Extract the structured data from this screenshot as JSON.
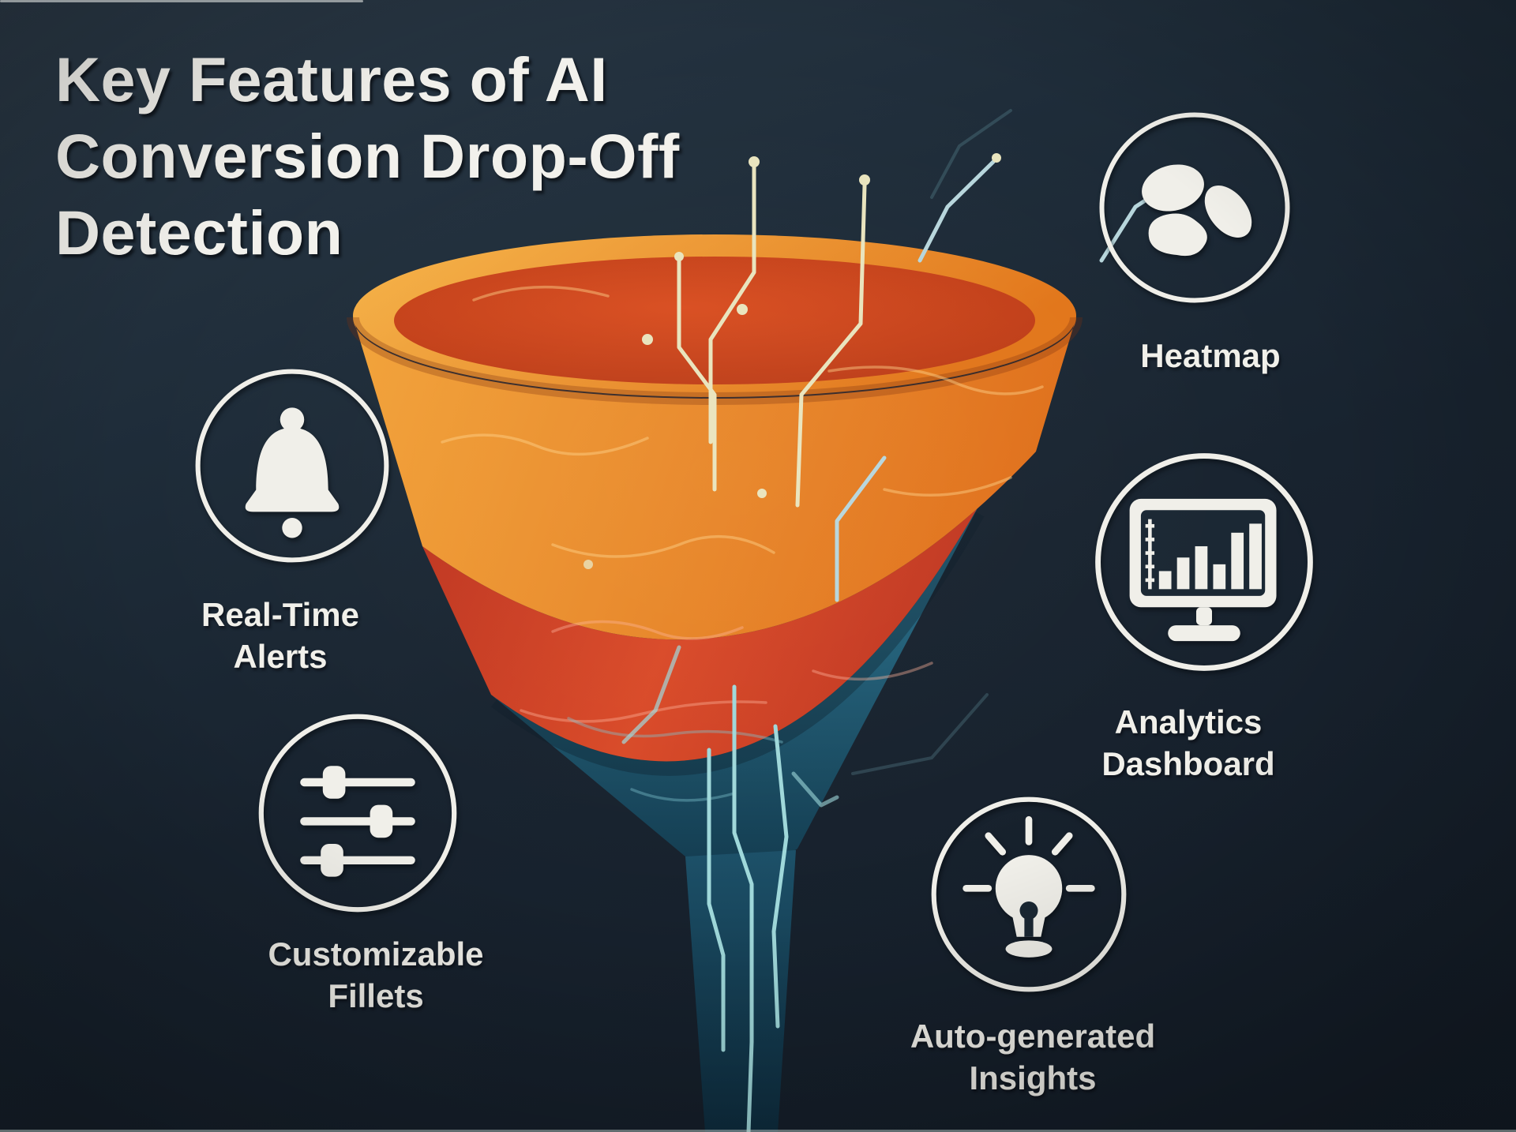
{
  "title": {
    "lines": [
      "Key Features of AI",
      "Conversion Drop-Off",
      "Detection"
    ]
  },
  "features": [
    {
      "id": "real-time-alerts",
      "icon": "bell-icon",
      "lines": [
        "Real-Time",
        "Alerts"
      ]
    },
    {
      "id": "customizable-fillets",
      "icon": "sliders-icon",
      "lines": [
        "Customizable",
        "Fillets"
      ]
    },
    {
      "id": "heatmap",
      "icon": "heatmap-blobs-icon",
      "lines": [
        "Heatmap"
      ]
    },
    {
      "id": "analytics-dashboard",
      "icon": "monitor-bar-chart-icon",
      "lines": [
        "Analytics",
        "Dashboard"
      ]
    },
    {
      "id": "auto-generated-insights",
      "icon": "lightbulb-icon",
      "lines": [
        "Auto-generated",
        "Insights"
      ]
    }
  ],
  "funnel": {
    "stages": [
      {
        "name": "top-stage",
        "color": "#e8821e"
      },
      {
        "name": "middle-stage",
        "color": "#d23c22"
      },
      {
        "name": "bottom-stage",
        "color": "#1d5a72"
      }
    ]
  },
  "colors": {
    "background": "#1c2936",
    "text": "#f1f0ea",
    "icon": "#f0efe9",
    "rim_light": "#f6b54a",
    "rim_dark": "#e2761a",
    "bowl_center": "#d94e20",
    "bowl_edge": "#b93a16",
    "band_orange_light": "#f2a33a",
    "band_orange_dark": "#e0701b",
    "band_red_light": "#d94a28",
    "band_red_dark": "#bd3420",
    "band_teal_light": "#2a7490",
    "band_teal_dark": "#133c50",
    "stem_top": "#1c5068",
    "stem_bottom": "#0e2d3f",
    "trace_cream": "#e9e4bd",
    "trace_cyan": "#9fd8da",
    "trace_blue": "#b7d6dc",
    "squiggle_orange": "#ffd28a",
    "squiggle_red": "#ffb49a",
    "squiggle_teal": "#7fc4cf"
  }
}
